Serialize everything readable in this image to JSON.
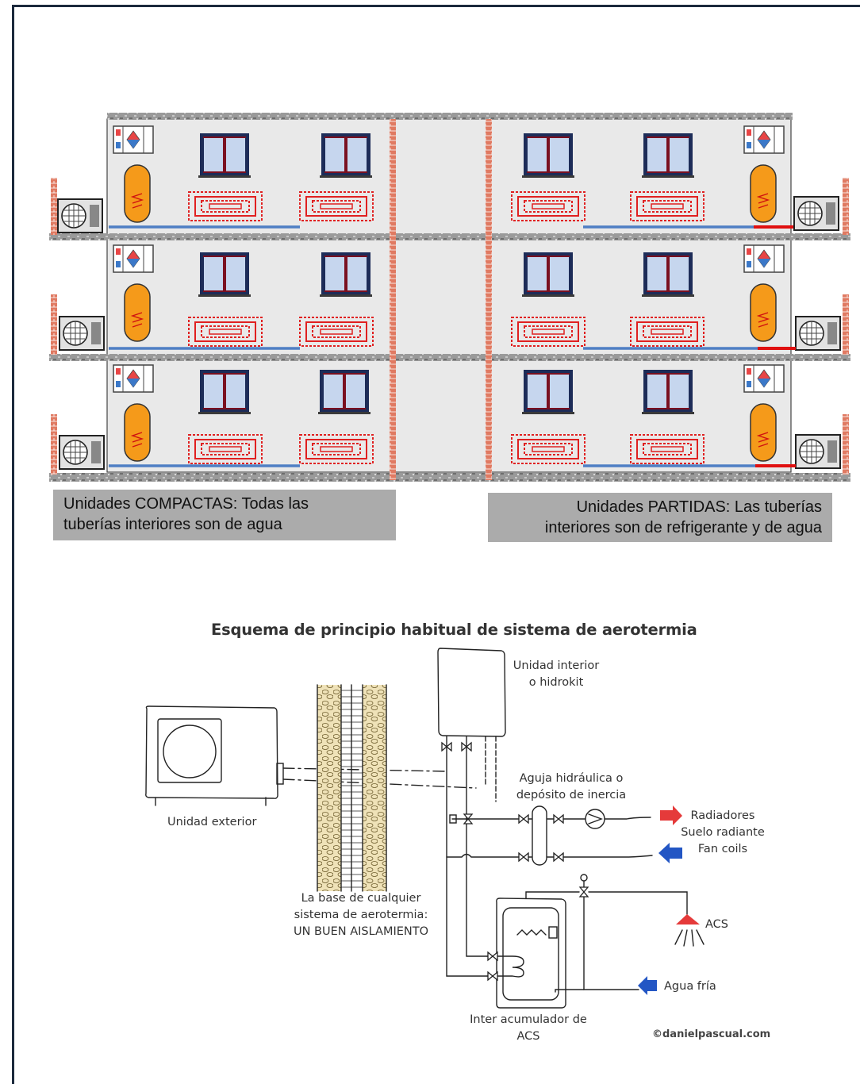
{
  "captions": {
    "compactas_line1": "Unidades COMPACTAS: Todas las",
    "compactas_line2": "tuberías interiores son de agua",
    "partidas_line1": "Unidades PARTIDAS: Las tuberías",
    "partidas_line2": "interiores son de refrigerante y de agua"
  },
  "schema": {
    "title": "Esquema de principio habitual de sistema de aerotermia",
    "unidad_interior_1": "Unidad interior",
    "unidad_interior_2": "o hidrokit",
    "aguja_1": "Aguja hidráulica o",
    "aguja_2": "depósito de inercia",
    "unidad_exterior": "Unidad exterior",
    "radiadores": "Radiadores",
    "suelo_radiante": "Suelo radiante",
    "fan_coils": "Fan coils",
    "base_1": "La base de cualquier",
    "base_2": "sistema de aerotermia:",
    "base_3": "UN BUEN AISLAMIENTO",
    "acs": "ACS",
    "agua_fria": "Agua fría",
    "inter_1": "Inter acumulador de",
    "inter_2": "ACS",
    "credit": "©danielpascual.com"
  },
  "colors": {
    "frame": "#1c2a3d",
    "caption_bg": "#ababab",
    "water_pipe": "#4f7fc4",
    "refrigerant_pipe": "#e01010",
    "tank": "#f59a1a",
    "hot_arrow": "#e53a3a",
    "cold_arrow": "#2356c4"
  }
}
